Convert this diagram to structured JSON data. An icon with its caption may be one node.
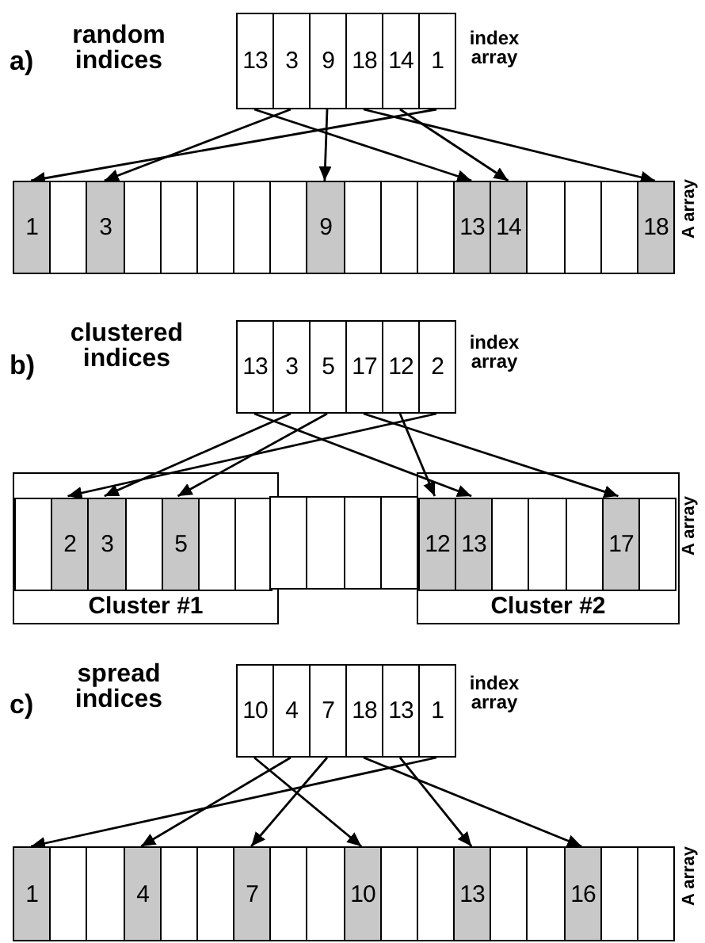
{
  "diagram": {
    "nodes": [
      {
        "text": [
          "13"
        ]
      },
      {
        "text": [
          "3"
        ]
      },
      {
        "text": [
          "9"
        ]
      },
      {
        "text": [
          "18"
        ]
      },
      {
        "text": [
          "14"
        ]
      },
      {
        "text": [
          "1"
        ]
      },
      {
        "text": [
          "1"
        ]
      },
      {
        "text": [],
        "shape": "box"
      },
      {
        "text": [
          "3"
        ]
      },
      {
        "text": [],
        "shape": "box"
      },
      {
        "text": [],
        "shape": "box"
      },
      {
        "text": [],
        "shape": "box"
      },
      {
        "text": [],
        "shape": "box"
      },
      {
        "text": [],
        "shape": "box"
      },
      {
        "text": [
          "9"
        ]
      },
      {
        "text": [],
        "shape": "box"
      },
      {
        "text": [],
        "shape": "box"
      },
      {
        "text": [],
        "shape": "box"
      },
      {
        "text": [
          "13"
        ]
      },
      {
        "text": [
          "14"
        ]
      },
      {
        "text": [],
        "shape": "box"
      },
      {
        "text": [],
        "shape": "box"
      },
      {
        "text": [],
        "shape": "box"
      },
      {
        "text": [
          "18"
        ]
      },
      {
        "text": [
          "13"
        ]
      },
      {
        "text": [
          "3"
        ]
      },
      {
        "text": [
          "5"
        ]
      },
      {
        "text": [
          "17"
        ]
      },
      {
        "text": [
          "12"
        ]
      },
      {
        "text": [
          "2"
        ]
      },
      {
        "text": [
          "Cluster #1"
        ]
      },
      {
        "text": [],
        "shape": "box",
        "in": 30
      },
      {
        "text": [
          "2"
        ],
        "in": 30
      },
      {
        "text": [
          "3"
        ],
        "in": 30
      },
      {
        "text": [],
        "shape": "box",
        "in": 30
      },
      {
        "text": [
          "5"
        ],
        "in": 30
      },
      {
        "text": [],
        "shape": "box",
        "in": 30
      },
      {
        "text": [],
        "shape": "box",
        "in": 30
      },
      {
        "text": [],
        "shape": "box"
      },
      {
        "text": [],
        "shape": "box"
      },
      {
        "text": [],
        "shape": "box"
      },
      {
        "text": [],
        "shape": "box"
      },
      {
        "text": [
          "Cluster #2"
        ]
      },
      {
        "text": [
          "12"
        ],
        "in": 42
      },
      {
        "text": [
          "13"
        ],
        "in": 42
      },
      {
        "text": [],
        "shape": "box",
        "in": 42
      },
      {
        "text": [],
        "shape": "box",
        "in": 42
      },
      {
        "text": [],
        "shape": "box",
        "in": 42
      },
      {
        "text": [
          "17"
        ],
        "in": 42
      },
      {
        "text": [],
        "shape": "box",
        "in": 42
      },
      {
        "text": [
          "10"
        ]
      },
      {
        "text": [
          "4"
        ]
      },
      {
        "text": [
          "7"
        ]
      },
      {
        "text": [
          "18"
        ]
      },
      {
        "text": [
          "13"
        ]
      },
      {
        "text": [
          "1"
        ]
      },
      {
        "text": [
          "1"
        ]
      },
      {
        "text": [],
        "shape": "box"
      },
      {
        "text": [],
        "shape": "box"
      },
      {
        "text": [
          "4"
        ]
      },
      {
        "text": [],
        "shape": "box"
      },
      {
        "text": [],
        "shape": "box"
      },
      {
        "text": [
          "7"
        ]
      },
      {
        "text": [],
        "shape": "box"
      },
      {
        "text": [],
        "shape": "box"
      },
      {
        "text": [
          "10"
        ]
      },
      {
        "text": [],
        "shape": "box"
      },
      {
        "text": [],
        "shape": "box"
      },
      {
        "text": [
          "13"
        ]
      },
      {
        "text": [],
        "shape": "box"
      },
      {
        "text": [],
        "shape": "box"
      },
      {
        "text": [
          "16"
        ]
      },
      {
        "text": [],
        "shape": "box"
      },
      {
        "text": [],
        "shape": "box"
      }
    ],
    "edges": [
      {
        "from": 0,
        "to": 18,
        "arrow": "to"
      },
      {
        "from": 1,
        "to": 8,
        "arrow": "to"
      },
      {
        "from": 2,
        "to": 14,
        "arrow": "to"
      },
      {
        "from": 3,
        "to": 23,
        "arrow": "to"
      },
      {
        "from": 4,
        "to": 19,
        "arrow": "to"
      },
      {
        "from": 5,
        "to": 6,
        "arrow": "to"
      },
      {
        "from": 24,
        "to": 44,
        "arrow": "to"
      },
      {
        "from": 25,
        "to": 33,
        "arrow": "to"
      },
      {
        "from": 26,
        "to": 35,
        "arrow": "to"
      },
      {
        "from": 27,
        "to": 48,
        "arrow": "to"
      },
      {
        "from": 28,
        "to": 43,
        "arrow": "to"
      },
      {
        "from": 29,
        "to": 32,
        "arrow": "to"
      },
      {
        "from": 50,
        "to": 65,
        "arrow": "to"
      },
      {
        "from": 51,
        "to": 59,
        "arrow": "to"
      },
      {
        "from": 52,
        "to": 62,
        "arrow": "to"
      },
      {
        "from": 53,
        "to": 71,
        "arrow": "to"
      },
      {
        "from": 54,
        "to": 68,
        "arrow": "to"
      },
      {
        "from": 55,
        "to": 56,
        "arrow": "to"
      }
    ],
    "labels": [
      "a)",
      "random indices",
      "index array",
      "A array",
      "b)",
      "clustered indices",
      "index array",
      "A array",
      "c)",
      "spread indices",
      "index array",
      "A array"
    ]
  }
}
